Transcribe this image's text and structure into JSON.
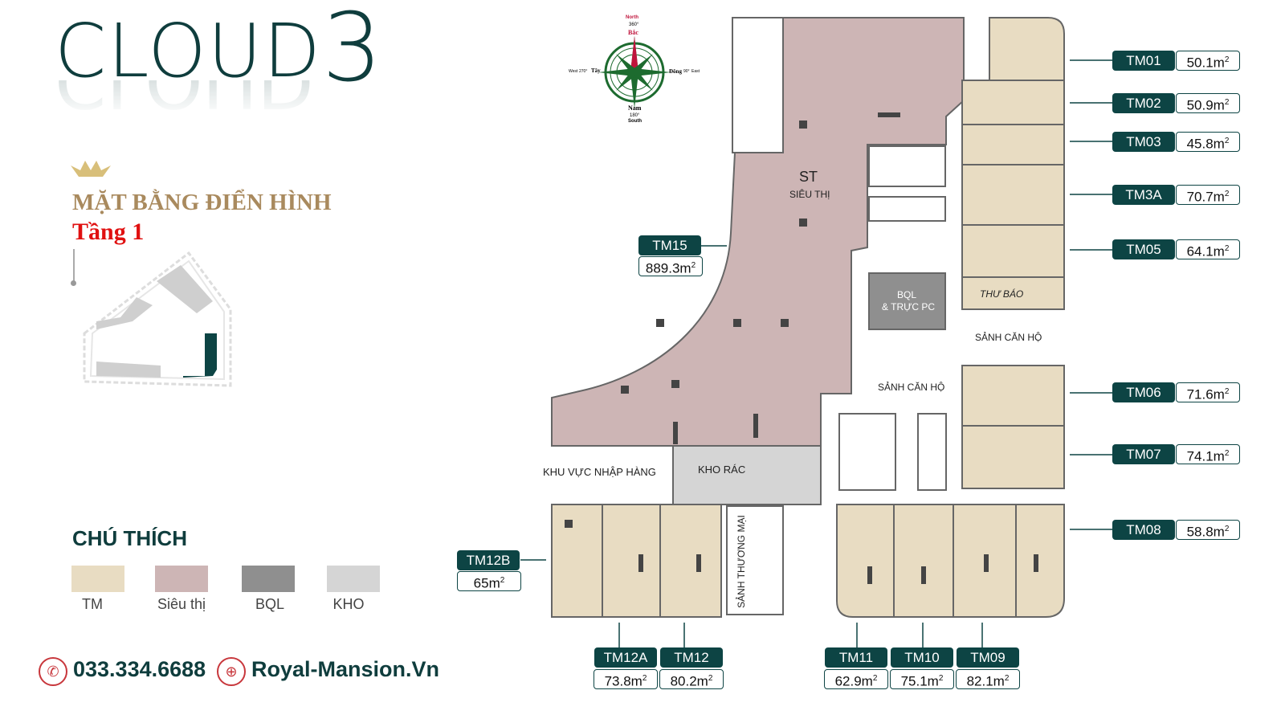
{
  "logo": {
    "text": "CLOUD",
    "number": "3"
  },
  "heading": {
    "title": "MẶT BẰNG ĐIỂN HÌNH",
    "floor": "Tầng 1"
  },
  "compass": {
    "north": "North",
    "north_deg": "360°",
    "bac": "Bắc",
    "south": "South",
    "south_deg": "180°",
    "nam": "Nam",
    "east": "East",
    "east_deg": "90°",
    "dong": "Đông",
    "west": "West",
    "west_deg": "270°",
    "tay": "Tây"
  },
  "legend": {
    "title": "CHÚ THÍCH",
    "items": [
      {
        "label": "TM",
        "color": "#e8dcc2"
      },
      {
        "label": "Siêu thị",
        "color": "#cdb5b5"
      },
      {
        "label": "BQL",
        "color": "#8f8f8f"
      },
      {
        "label": "KHO",
        "color": "#d5d5d5"
      }
    ]
  },
  "contact": {
    "phone": "033.334.6688",
    "website": "Royal-Mansion.Vn"
  },
  "rooms": {
    "st": "ST",
    "sieu_thi": "SIÊU THỊ",
    "bql1": "BQL",
    "bql2": "& TRỰC PC",
    "thu_bao": "THƯ BÁO",
    "sanh_can_ho_1": "SẢNH CĂN HỘ",
    "sanh_can_ho_2": "SẢNH CĂN HỘ",
    "kho_rac": "KHO RÁC",
    "nhap_hang": "KHU VỰC NHẬP HÀNG",
    "sanh_thuong_mai": "SẢNH THƯƠNG MẠI"
  },
  "units": [
    {
      "code": "TM01",
      "area": "50.1m",
      "unit_sup": "2"
    },
    {
      "code": "TM02",
      "area": "50.9m",
      "unit_sup": "2"
    },
    {
      "code": "TM03",
      "area": "45.8m",
      "unit_sup": "2"
    },
    {
      "code": "TM3A",
      "area": "70.7m",
      "unit_sup": "2"
    },
    {
      "code": "TM05",
      "area": "64.1m",
      "unit_sup": "2"
    },
    {
      "code": "TM06",
      "area": "71.6m",
      "unit_sup": "2"
    },
    {
      "code": "TM07",
      "area": "74.1m",
      "unit_sup": "2"
    },
    {
      "code": "TM08",
      "area": "58.8m",
      "unit_sup": "2"
    },
    {
      "code": "TM09",
      "area": "82.1m",
      "unit_sup": "2"
    },
    {
      "code": "TM10",
      "area": "75.1m",
      "unit_sup": "2"
    },
    {
      "code": "TM11",
      "area": "62.9m",
      "unit_sup": "2"
    },
    {
      "code": "TM12",
      "area": "80.2m",
      "unit_sup": "2"
    },
    {
      "code": "TM12A",
      "area": "73.8m",
      "unit_sup": "2"
    },
    {
      "code": "TM12B",
      "area": "65m",
      "unit_sup": "2"
    },
    {
      "code": "TM15",
      "area": "889.3m",
      "unit_sup": "2"
    }
  ],
  "colors": {
    "brand": "#0d4444",
    "title_gold": "#a98a5e",
    "floor_red": "#e01010",
    "wall": "#555555"
  }
}
